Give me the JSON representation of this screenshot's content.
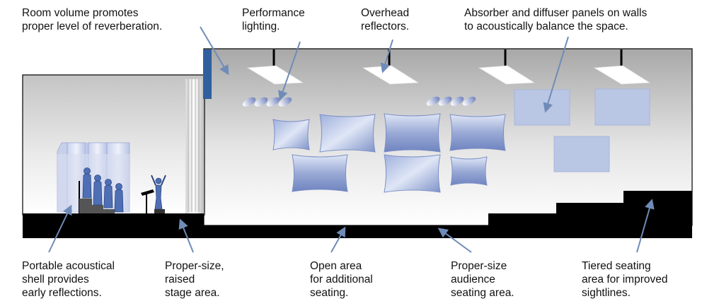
{
  "labels": {
    "room_volume": "Room volume promotes\nproper level of reverberation.",
    "performance_lighting": "Performance\nlighting.",
    "overhead_reflectors": "Overhead\nreflectors.",
    "panels": "Absorber and diffuser panels on walls\nto acoustically balance the space.",
    "acoustical_shell": "Portable acoustical\nshell provides\nearly reflections.",
    "stage_area": "Proper-size,\nraised\nstage area.",
    "open_area": "Open area\nfor additional\nseating.",
    "audience_area": "Proper-size\naudience\nseating area.",
    "tiered_seating": "Tiered seating\narea for improved\nsightlines."
  },
  "colors": {
    "arrow": "#6f8cb8",
    "floor": "#000000",
    "panel_blue": "#7d90c6",
    "panel_light": "#b9c6e4",
    "wall_accent": "#2f5f9e"
  }
}
